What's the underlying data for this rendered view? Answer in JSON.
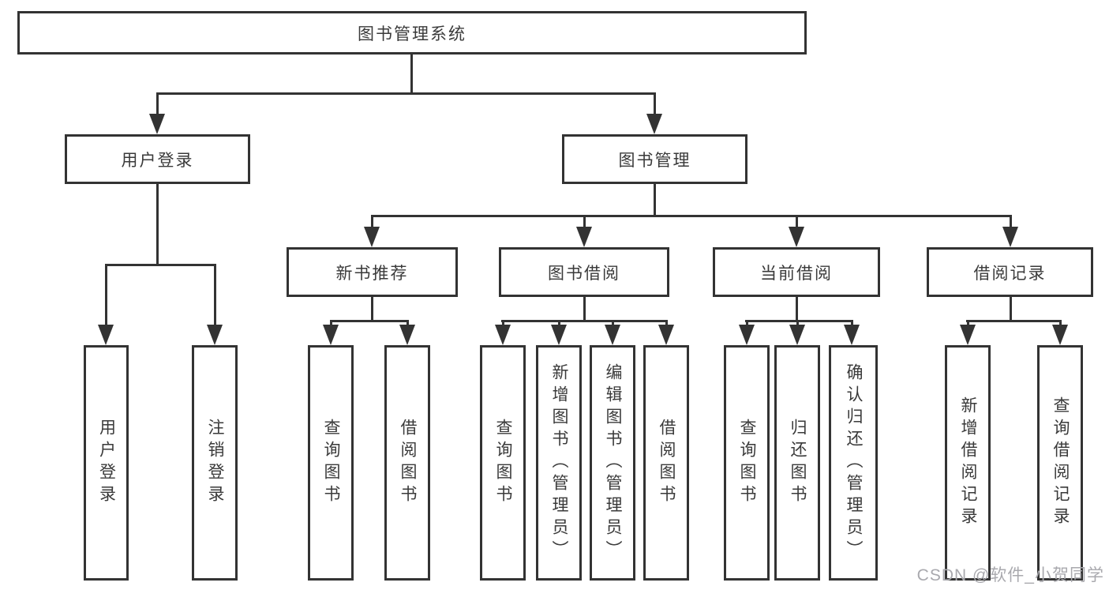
{
  "tree": {
    "root": {
      "label": "图书管理系统",
      "children": [
        {
          "label": "用户登录",
          "children": [
            {
              "label": "用户登录"
            },
            {
              "label": "注销登录"
            }
          ]
        },
        {
          "label": "图书管理",
          "children": [
            {
              "label": "新书推荐",
              "children": [
                {
                  "label": "查询图书"
                },
                {
                  "label": "借阅图书"
                }
              ]
            },
            {
              "label": "图书借阅",
              "children": [
                {
                  "label": "查询图书"
                },
                {
                  "label": "新增图书（管理员）"
                },
                {
                  "label": "编辑图书（管理员）"
                },
                {
                  "label": "借阅图书"
                }
              ]
            },
            {
              "label": "当前借阅",
              "children": [
                {
                  "label": "查询图书"
                },
                {
                  "label": "归还图书"
                },
                {
                  "label": "确认归还（管理员）"
                }
              ]
            },
            {
              "label": "借阅记录",
              "children": [
                {
                  "label": "新增借阅记录"
                },
                {
                  "label": "查询借阅记录"
                }
              ]
            }
          ]
        }
      ]
    }
  },
  "watermark": {
    "text": "CSDN @软件_小贺同学"
  },
  "colors": {
    "line": "#333333",
    "text": "#3a3a3a",
    "background": "#ffffff",
    "watermark": "#a9a9ae"
  }
}
